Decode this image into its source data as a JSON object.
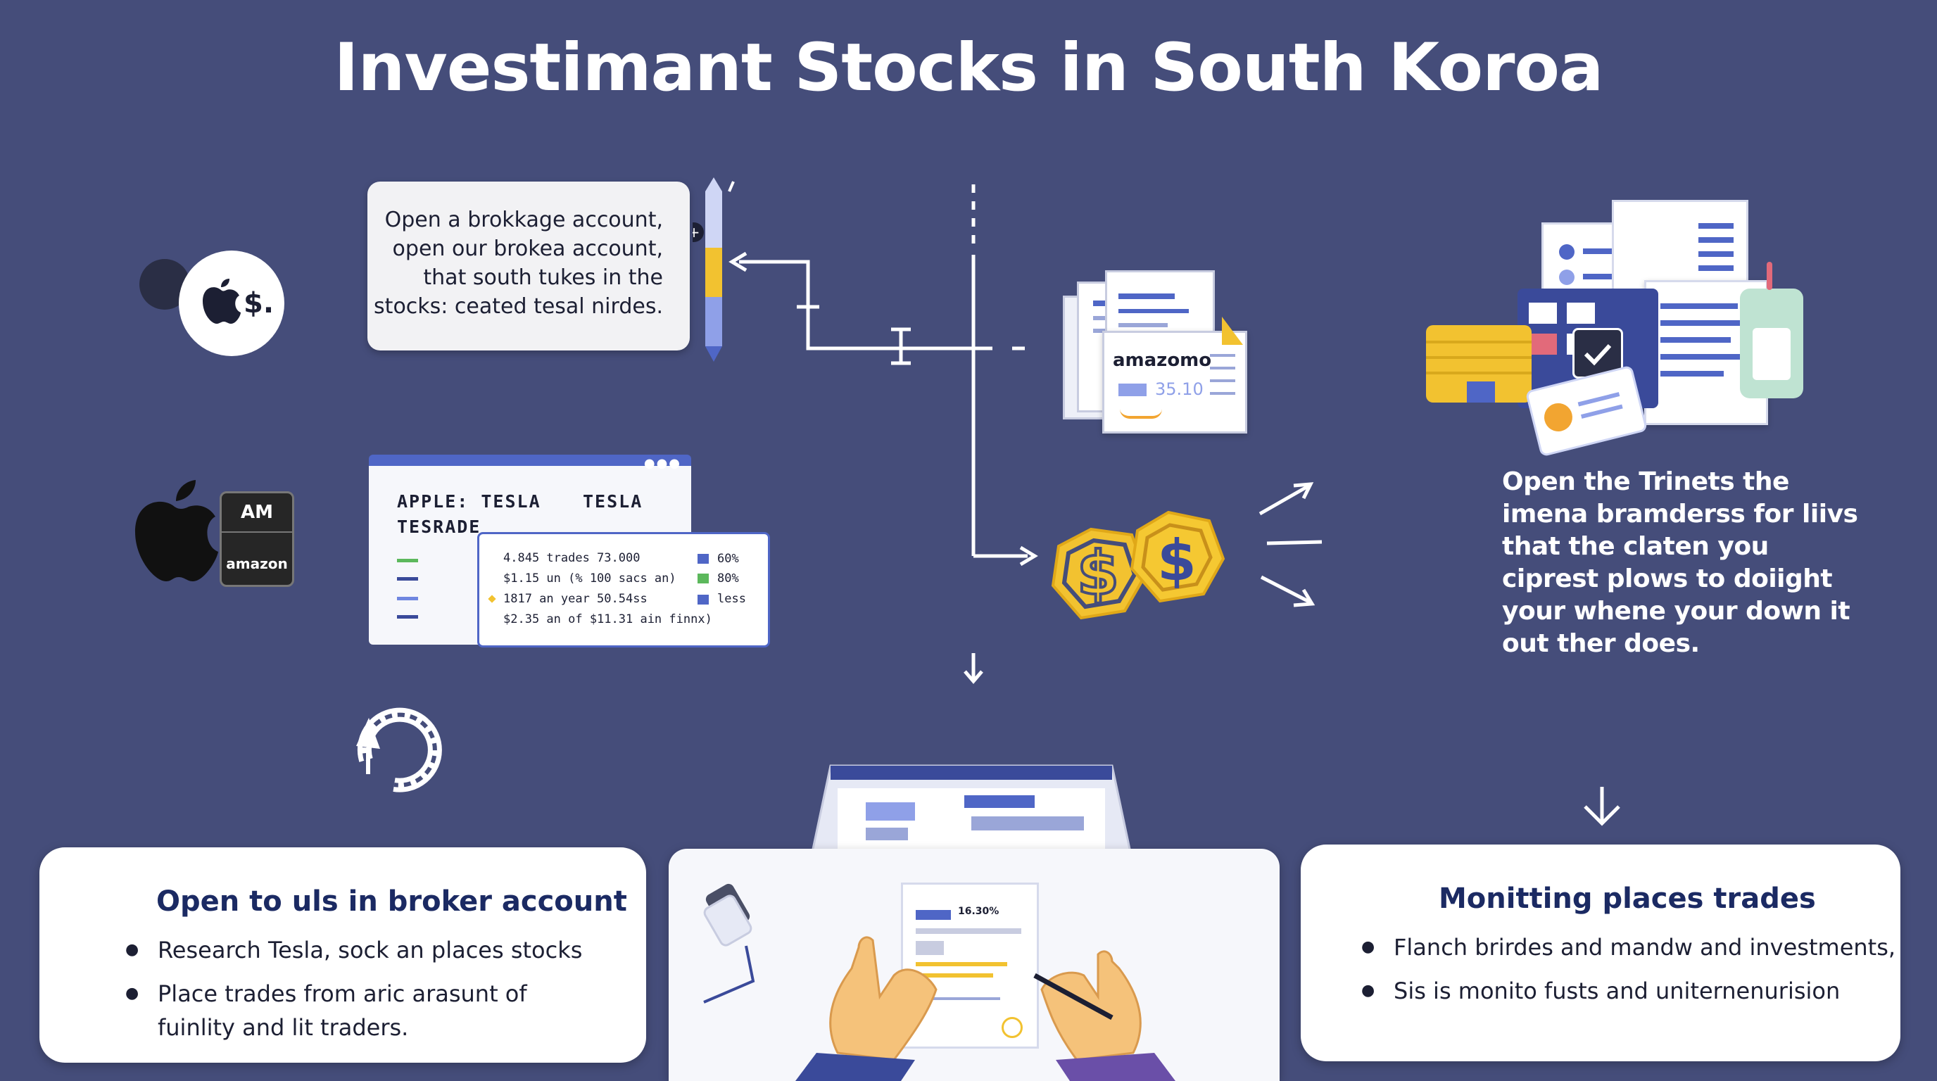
{
  "title": "Investimant Stocks in South Koroa",
  "step_bubble": {
    "lines": [
      "Open a brokkage account,",
      "open our brokea account,",
      "that south tukes in the",
      "stocks: ceated tesal nirdes."
    ]
  },
  "logos": {
    "apple_dollar": "$.",
    "am_tile_top": "AM",
    "am_tile_bottom": "amazon"
  },
  "ticker_card": {
    "header_left_1": "APPLE: TESLA",
    "header_right": "TESLA",
    "header_left_2": "TESRADE",
    "stats": [
      "4.845 trades 73.000",
      "$1.15 un (% 100 sacs an)",
      "1817 an year 50.54ss",
      "$2.35 an of $11.31 ain finnx)"
    ],
    "legend": [
      {
        "label": "60%",
        "color": "#4f66c6"
      },
      {
        "label": "80%",
        "color": "#5cb85c"
      },
      {
        "label": "less",
        "color": "#4f66c6"
      }
    ]
  },
  "invoice": {
    "brand": "amazomo",
    "amount": "35.10"
  },
  "right_text": "Open the Trinets the imena bramderss for liivs that the claten you ciprest plows to doiight your whene your down it out ther does.",
  "laptop_doc": {
    "value": "16.30%"
  },
  "panel_left": {
    "title": "Open to uls in broker account",
    "bullets": [
      "Research Tesla, sock an places stocks",
      "Place trades from aric arasunt of fuinlity and lit traders."
    ]
  },
  "panel_right": {
    "title": "Monitting places trades",
    "bullets": [
      "Flanch brirdes and mandw and investments,",
      "Sis is monito fusts and uniternenurision"
    ]
  },
  "colors": {
    "background": "#454d7a",
    "accent_blue": "#4f66c6",
    "coin_gold": "#f2c230",
    "panel_title": "#1b2a63"
  }
}
